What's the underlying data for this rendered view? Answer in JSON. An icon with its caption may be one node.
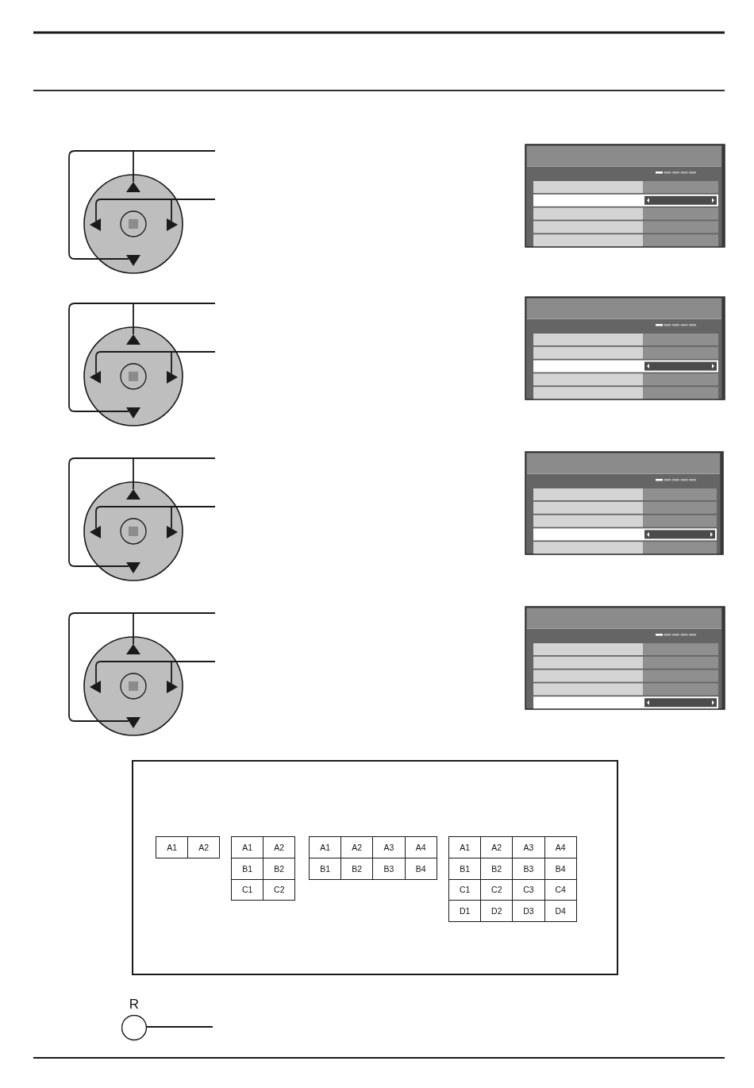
{
  "diagram": {
    "nodes": [
      {
        "text": [],
        "shape": "triangle"
      },
      {
        "text": [],
        "shape": "triangle"
      },
      {
        "text": [],
        "shape": "triangle"
      },
      {
        "text": [],
        "shape": "triangle"
      },
      {
        "text": [],
        "shape": "triangle"
      },
      {
        "text": [],
        "shape": "triangle"
      },
      {
        "text": [],
        "shape": "triangle"
      },
      {
        "text": [],
        "shape": "triangle"
      },
      {
        "text": [],
        "shape": "triangle"
      },
      {
        "text": [],
        "shape": "triangle"
      },
      {
        "text": [],
        "shape": "triangle"
      },
      {
        "text": [],
        "shape": "triangle"
      },
      {
        "text": [],
        "shape": "triangle"
      },
      {
        "text": [],
        "shape": "triangle"
      },
      {
        "text": [],
        "shape": "triangle"
      },
      {
        "text": [],
        "shape": "triangle"
      },
      {
        "text": [
          "R"
        ]
      }
    ],
    "edges": [
      {
        "from": null,
        "to": 0,
        "arrow": "none"
      },
      {
        "from": null,
        "to": 1,
        "arrow": "none"
      },
      {
        "from": null,
        "to": 2,
        "arrow": "none"
      },
      {
        "from": null,
        "to": 3,
        "arrow": "none"
      },
      {
        "from": null,
        "to": 4,
        "arrow": "none"
      },
      {
        "from": null,
        "to": 5,
        "arrow": "none"
      },
      {
        "from": null,
        "to": 6,
        "arrow": "none"
      },
      {
        "from": null,
        "to": 7,
        "arrow": "none"
      },
      {
        "from": null,
        "to": 8,
        "arrow": "none"
      },
      {
        "from": null,
        "to": 9,
        "arrow": "none"
      },
      {
        "from": null,
        "to": 10,
        "arrow": "none"
      },
      {
        "from": null,
        "to": 11,
        "arrow": "none"
      },
      {
        "from": null,
        "to": 12,
        "arrow": "none"
      },
      {
        "from": null,
        "to": 13,
        "arrow": "none"
      },
      {
        "from": null,
        "to": 14,
        "arrow": "none"
      },
      {
        "from": null,
        "to": 15,
        "arrow": "none"
      },
      {
        "from": 16,
        "to": null,
        "arrow": "none"
      }
    ],
    "labels": [
      "A1",
      "A2",
      "A1",
      "A2",
      "B1",
      "B2",
      "C1",
      "C2",
      "A1",
      "A2",
      "A3",
      "A4",
      "B1",
      "B2",
      "B3",
      "B4",
      "A1",
      "A2",
      "A3",
      "A4",
      "B1",
      "B2",
      "B3",
      "B4",
      "C1",
      "C2",
      "C3",
      "C4",
      "D1",
      "D2",
      "D3",
      "D4"
    ]
  }
}
